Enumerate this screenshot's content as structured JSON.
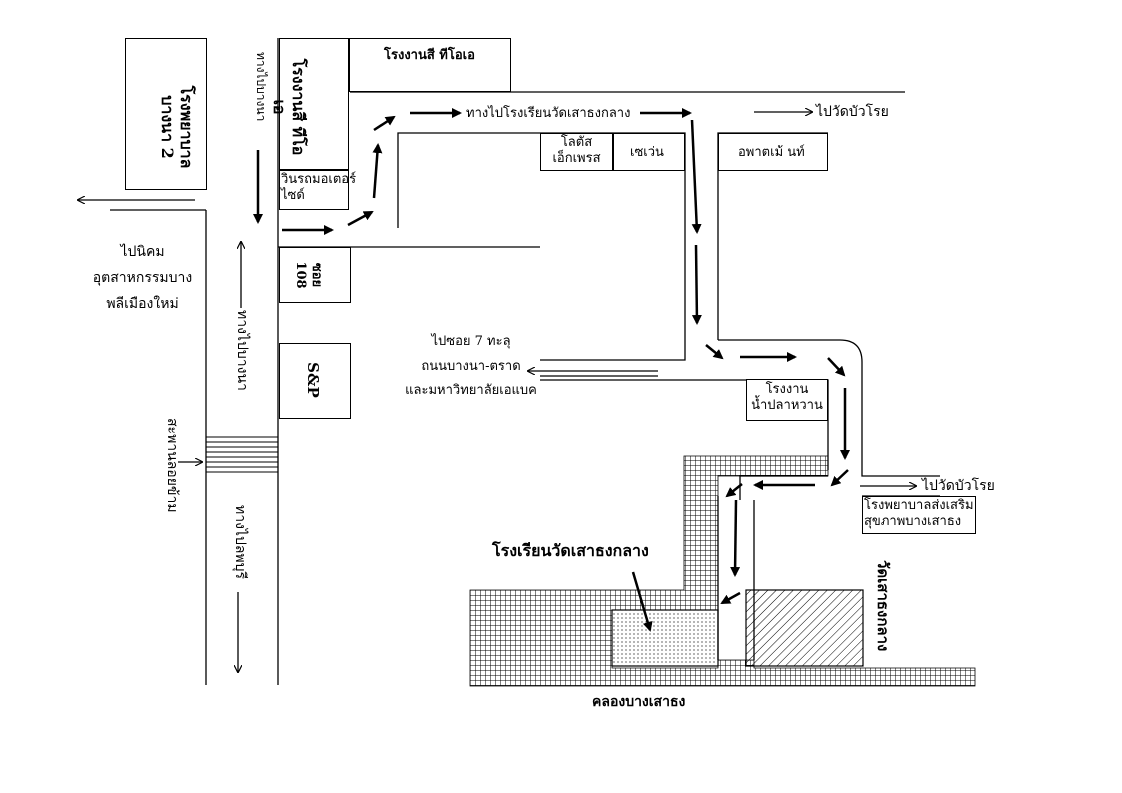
{
  "buildings": {
    "hospital_bangna2": "โรงพยาบาล\nบางนา 2",
    "toa_factory_top": "โรงงานสี ทีโอเอ",
    "toa_factory_side": "โรงงานสี ทีโอเอ",
    "winrod_motorsite": "วินรถมอเตอร์\nไซด์",
    "soi108": "ซอย 108",
    "snp": "S&P",
    "lotus_express": "โลตัส\nเอ็กเพรส",
    "seven_eleven": "เซเว่น",
    "apartment": "อพาตเม้ นท์",
    "fish_sauce_factory": "โรงงาน\nน้ำปลาหวาน",
    "health_hospital": "โรงพยาบาลส่งเสริม\nสุขภาพบางเสาธง",
    "school_label": "โรงเรียนวัดเสาธงกลาง",
    "temple": "วัดเสาธงกลาง"
  },
  "labels": {
    "to_school": "ทางไปโรงเรียนวัดเสาธงกลาง",
    "to_wat_bua_roi_top": "ไปวัดบัวโรย",
    "to_wat_bua_roi_bottom": "ไปวัดบัวโรย",
    "to_industrial": "ไปนิคม\nอุตสาหกรรมบาง\nพลีเมืองใหม่",
    "to_bangna": "ทางไปบางนา",
    "to_bangna_top": "ทางไปบางนา",
    "to_soi7": "ไปซอย 7 ทะลุ\nถนนบางนา-ตราด\nและมหาวิทยาลัยเอแบค",
    "pedestrian_bridge": "สะพานลอยข้าม",
    "to_lopburi": "ทางไปลพบุรี",
    "canal": "คลองบางเสาธง"
  },
  "colors": {
    "line": "#000000",
    "background": "#ffffff"
  }
}
